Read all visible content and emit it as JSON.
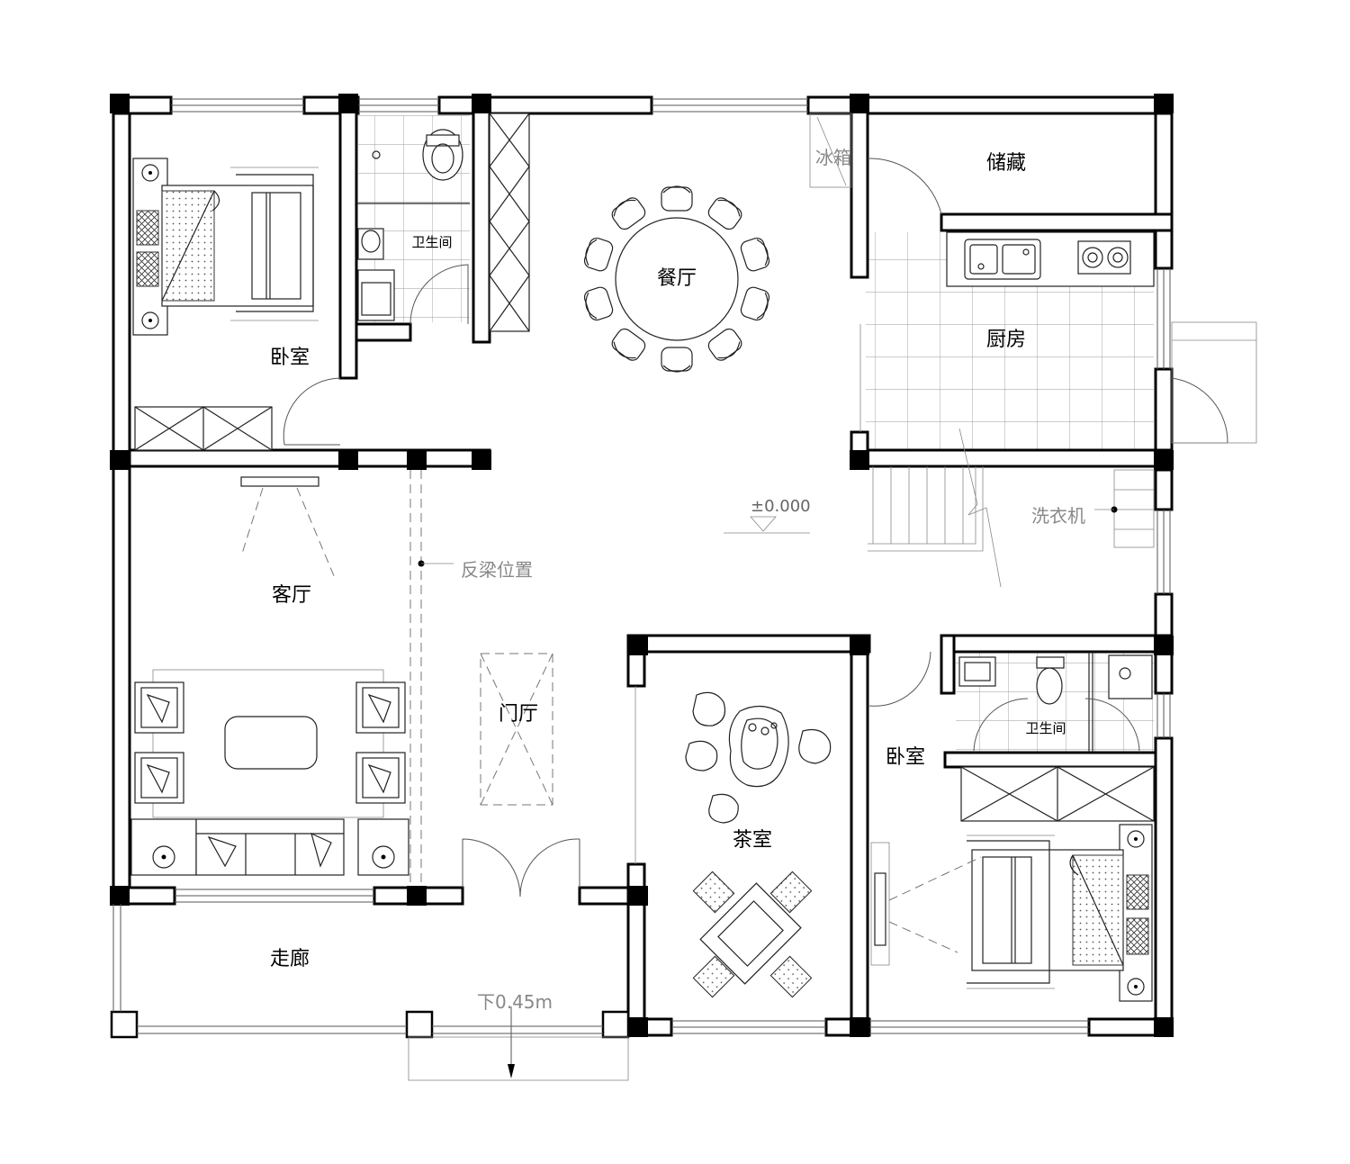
{
  "rooms": {
    "bedroom_nw": "卧室",
    "bathroom_n": "卫生间",
    "dining": "餐厅",
    "storage": "储藏",
    "kitchen": "厨房",
    "living": "客厅",
    "foyer": "门厅",
    "tea_room": "茶室",
    "bedroom_se": "卧室",
    "bathroom_e": "卫生间",
    "corridor": "走廊"
  },
  "annotations": {
    "fridge": "冰箱",
    "washer": "洗衣机",
    "elevation": "±0.000",
    "beam": "反梁位置",
    "step_down": "下0.45m"
  }
}
